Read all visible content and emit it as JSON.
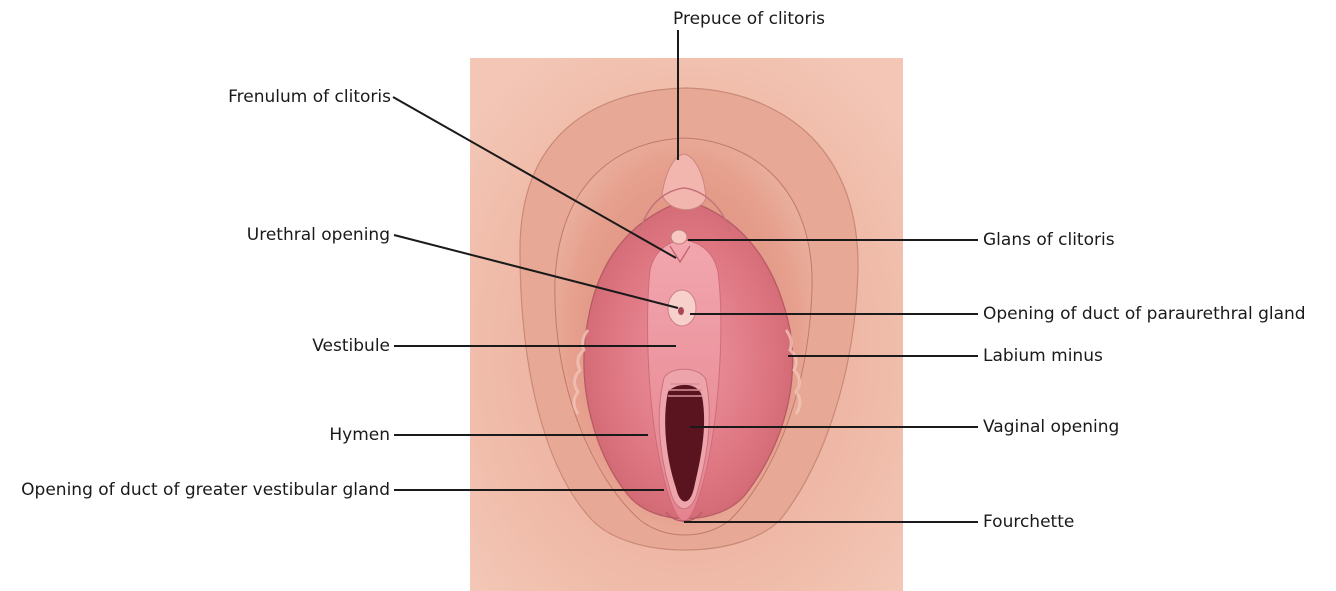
{
  "labels": {
    "prepuce_of_clitoris": "Prepuce of clitoris",
    "frenulum_of_clitoris": "Frenulum of clitoris",
    "glans_of_clitoris": "Glans of clitoris",
    "urethral_opening": "Urethral opening",
    "opening_of_duct_of_paraurethral_gland": "Opening of duct of paraurethral gland",
    "vestibule": "Vestibule",
    "labium_minus": "Labium minus",
    "hymen": "Hymen",
    "vaginal_opening": "Vaginal opening",
    "opening_of_duct_of_greater_vestibular_gland": "Opening of duct of greater vestibular gland",
    "fourchette": "Fourchette"
  },
  "colors": {
    "panel_background": "#efb7a6",
    "outer_skin": "#e7a792",
    "labia_majora": "#dc9380",
    "labia_minora": "#d9737b",
    "vestibule": "#e98a95",
    "vaginal_opening": "#5a1420",
    "leader_line": "#1a1a1a"
  }
}
